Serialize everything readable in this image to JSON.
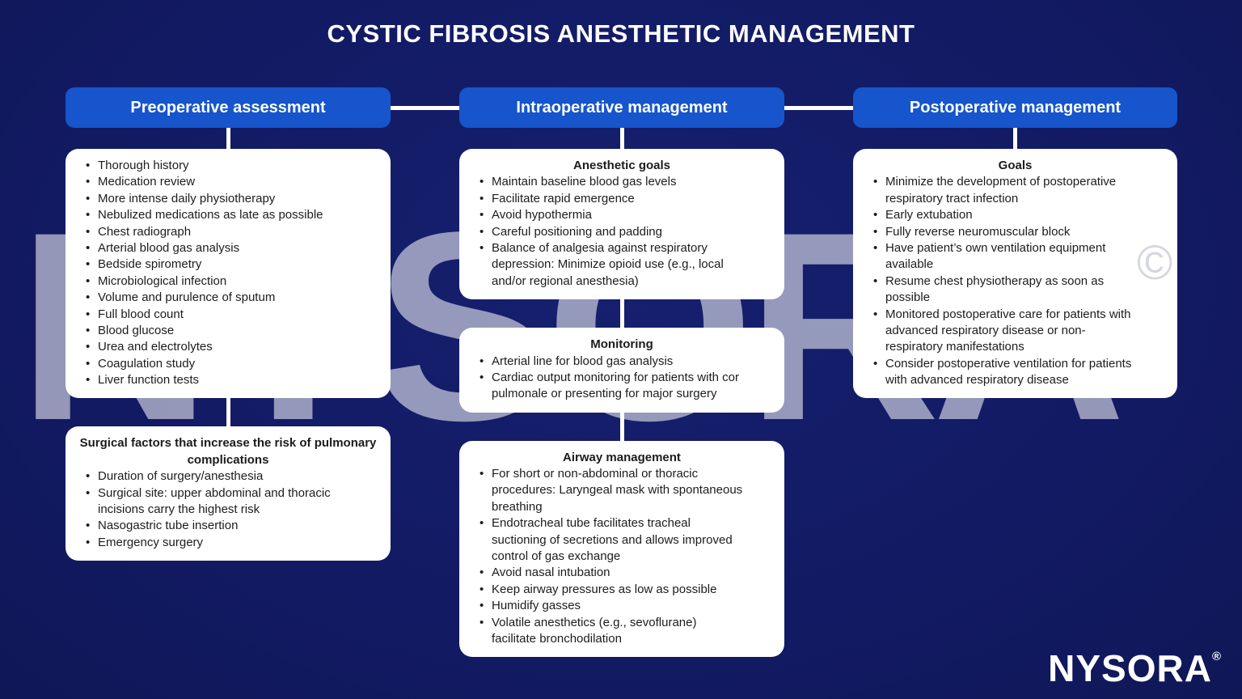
{
  "title": "CYSTIC FIBROSIS ANESTHETIC MANAGEMENT",
  "watermark": {
    "text": "NYSORA",
    "copyright_symbol": "©"
  },
  "logo": {
    "text": "NYSORA",
    "registered_symbol": "®"
  },
  "colors": {
    "background": "#131B66",
    "header_blue": "#1655CB",
    "card_white": "#FFFFFF",
    "text_dark": "#1C1C1C",
    "connector_white": "#FFFFFF"
  },
  "bullet_glyph": "•",
  "columns": [
    {
      "header": "Preoperative assessment",
      "boxes": [
        {
          "title": "",
          "items": [
            "Thorough history",
            "Medication review",
            "More intense daily physiotherapy",
            "Nebulized medications as late as possible",
            "Chest radiograph",
            "Arterial blood gas analysis",
            "Bedside spirometry",
            "Microbiological infection",
            "Volume and purulence of sputum",
            "Full blood count",
            "Blood glucose",
            "Urea and electrolytes",
            "Coagulation study",
            "Liver function tests"
          ]
        },
        {
          "title": "Surgical factors that increase the risk of pulmonary complications",
          "items": [
            "Duration of surgery/anesthesia",
            "Surgical site: upper abdominal and thoracic incisions carry the highest risk",
            "Nasogastric tube insertion",
            "Emergency surgery"
          ]
        }
      ]
    },
    {
      "header": "Intraoperative management",
      "boxes": [
        {
          "title": "Anesthetic goals",
          "items": [
            "Maintain baseline blood gas levels",
            "Facilitate rapid emergence",
            "Avoid hypothermia",
            "Careful positioning and padding",
            "Balance of analgesia against respiratory depression: Minimize opioid use (e.g., local and/or regional anesthesia)"
          ]
        },
        {
          "title": "Monitoring",
          "items": [
            "Arterial line for blood gas analysis",
            "Cardiac output monitoring for patients with cor pulmonale or presenting for major surgery"
          ]
        },
        {
          "title": "Airway management",
          "items": [
            "For short or non-abdominal or thoracic procedures: Laryngeal mask with spontaneous breathing",
            "Endotracheal tube facilitates tracheal suctioning of secretions and allows improved control of gas exchange",
            "Avoid nasal intubation",
            "Keep airway pressures as low as possible",
            "Humidify gasses",
            "Volatile anesthetics (e.g., sevoflurane) facilitate bronchodilation"
          ]
        }
      ]
    },
    {
      "header": "Postoperative management",
      "boxes": [
        {
          "title": "Goals",
          "items": [
            "Minimize the development of postoperative respiratory tract infection",
            "Early extubation",
            "Fully reverse neuromuscular block",
            "Have patient’s own ventilation equipment available",
            "Resume chest physiotherapy as soon as possible",
            "Monitored postoperative care for patients with advanced respiratory disease or non-respiratory manifestations",
            "Consider postoperative ventilation for patients with advanced respiratory disease"
          ]
        }
      ]
    }
  ]
}
